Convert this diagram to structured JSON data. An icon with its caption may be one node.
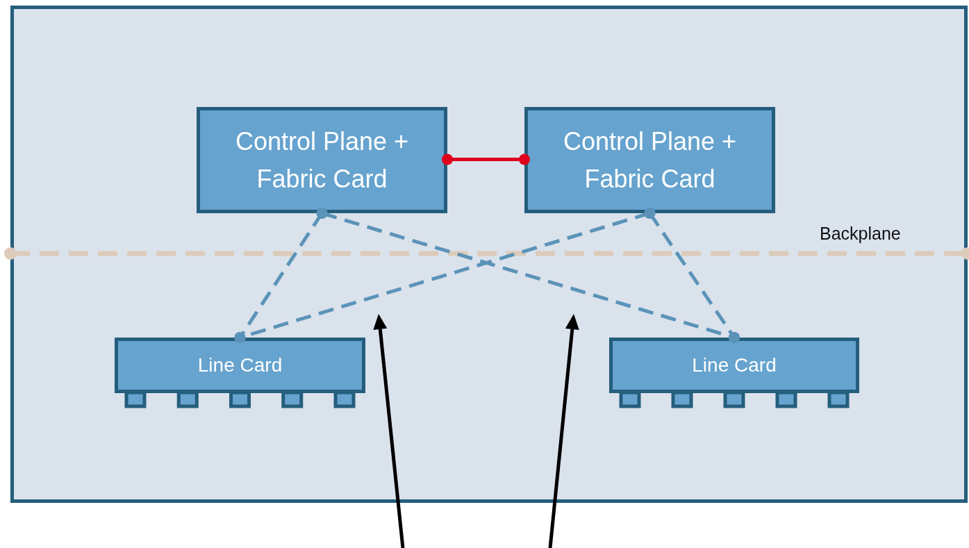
{
  "diagram": {
    "nodes": [
      {
        "text": [],
        "shape": "box"
      },
      {
        "text": [
          "Control Plane + Fabric Card"
        ],
        "in": 0
      },
      {
        "text": [
          "Control Plane + Fabric Card"
        ],
        "in": 0
      },
      {
        "text": [
          "Line Card"
        ],
        "in": 0
      },
      {
        "text": [
          "Line Card"
        ],
        "in": 0
      }
    ],
    "edges": [
      {
        "from": 1,
        "to": 2,
        "arrow": "other",
        "color": "#e0001b"
      },
      {
        "from": 1,
        "to": 3,
        "arrow": "other",
        "style": "dashed"
      },
      {
        "from": 1,
        "to": 4,
        "arrow": "other",
        "style": "dashed"
      },
      {
        "from": 2,
        "to": 3,
        "arrow": "other",
        "style": "dashed"
      },
      {
        "from": 2,
        "to": 4,
        "arrow": "other",
        "style": "dashed"
      }
    ],
    "labels": [
      "Backplane"
    ]
  }
}
